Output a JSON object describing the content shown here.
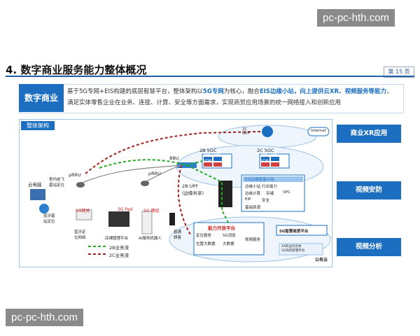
{
  "watermark": {
    "top": "pc-pc-hth.com",
    "bottom": "pc-pc-hth.com"
  },
  "header": {
    "title": "4. 数字商业服务能力整体概况",
    "page": "第 15 页"
  },
  "intro": {
    "label": "数字商业",
    "text_1": "基于5G专网+EIS构建的底层智慧平台，整体架构以",
    "text_hl1": "5G专网",
    "text_2": "为核心，融合",
    "text_hl2": "EIS边缘小站，向上提供云XR、视频服务等能力",
    "text_3": "，满足实体零售企业在业务、连接、计算、安全等方面需求，实现商贸应用场景的统一网络接入和创新应用"
  },
  "architecture": {
    "tag": "整体架构",
    "nodes": {
      "cloud_monitor": "云电脑",
      "indoor_base": "室内皮飞\n基站定位",
      "bluetooth_base": "蓝牙基\n站定位",
      "prru_left": "pRRU",
      "prru_right": "pRRU",
      "bbu": "BBU",
      "upf_2c": "2C\nUPF",
      "internet": "Internet",
      "sgc_2b": "2B 5GC",
      "sgc_2c": "2C 5GC",
      "upf_2b": "2B UPF\n(边缘共享)",
      "eis_title": "EIS边缘智能小站",
      "ai_platform": "能力开放平台",
      "public_cloud": "公有云",
      "smart_commerce": "5G智慧商贸平台",
      "commerce_platform": "XX商业综合体\n5G商贸智慧平台"
    },
    "devices": {
      "gw": "5G网关",
      "pad": "5G Pad",
      "module": "5G 模组",
      "bt_net": "蓝牙定\n位网络",
      "store_mgmt": "店铺管理平台",
      "ai_robot": "AI服务机器人",
      "customer": "普通\n顾客"
    },
    "platform_items": [
      "定位服务",
      "5G消息",
      "位置大数据",
      "大数据",
      "视频服务"
    ],
    "eis_items": [
      "边缘小站",
      "行业能力",
      "边缘计算",
      "存储",
      "VPC",
      "EIP",
      "安全",
      "基础资源"
    ],
    "sgc_items_2b": [
      "SMF",
      "AMF",
      "UDM"
    ],
    "sgc_items_2c": [
      "SMF",
      "AMF",
      "UDM"
    ],
    "legend": {
      "b2": "2B业务流",
      "c2": "2C业务流"
    }
  },
  "side_buttons": [
    "商业XR应用",
    "视频安防",
    "视频分析"
  ],
  "colors": {
    "primary": "#1c6fc0",
    "b2_flow": "#22aa22",
    "c2_flow": "#c0392b"
  }
}
